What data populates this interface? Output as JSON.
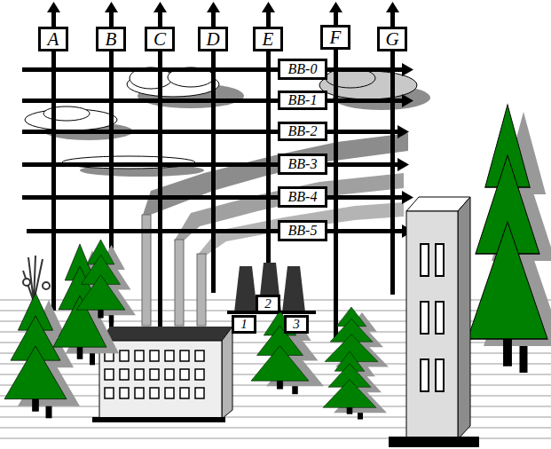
{
  "diagram": {
    "nodes": [
      {
        "text": [
          "A"
        ]
      },
      {
        "text": [
          "B"
        ]
      },
      {
        "text": [
          "C"
        ]
      },
      {
        "text": [
          "D"
        ]
      },
      {
        "text": [
          "E"
        ]
      },
      {
        "text": [
          "F"
        ]
      },
      {
        "text": [
          "G"
        ]
      },
      {
        "text": [
          "BB-0"
        ]
      },
      {
        "text": [
          "BB-1"
        ]
      },
      {
        "text": [
          "BB-2"
        ]
      },
      {
        "text": [
          "BB-3"
        ]
      },
      {
        "text": [
          "BB-4"
        ]
      },
      {
        "text": [
          "BB-5"
        ]
      },
      {
        "text": [
          "1"
        ]
      },
      {
        "text": [
          "2"
        ]
      },
      {
        "text": [
          "3"
        ]
      }
    ]
  }
}
